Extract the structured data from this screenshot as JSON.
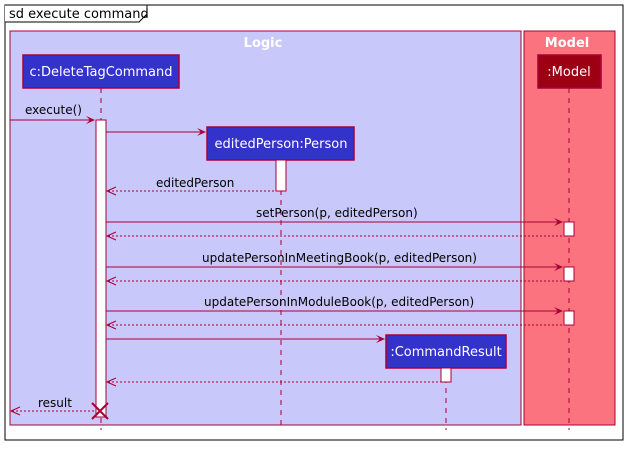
{
  "frame": {
    "label": "sd execute command"
  },
  "boxes": {
    "logic": {
      "title": "Logic",
      "fill": "#C8C8FA",
      "stroke": "#A80036"
    },
    "model": {
      "title": "Model",
      "fill": "#FA737F",
      "stroke": "#A80036"
    }
  },
  "participants": {
    "delete_tag_command": {
      "label": "c:DeleteTagCommand",
      "fill": "#3333CC"
    },
    "edited_person": {
      "label": "editedPerson:Person",
      "fill": "#3333CC"
    },
    "command_result": {
      "label": ":CommandResult",
      "fill": "#3333CC"
    },
    "model": {
      "label": ":Model",
      "fill": "#9D0012"
    }
  },
  "messages": {
    "execute": "execute()",
    "edited_person_return": "editedPerson",
    "set_person": "setPerson(p, editedPerson)",
    "update_meeting_book": "updatePersonInMeetingBook(p, editedPerson)",
    "update_module_book": "updatePersonInModuleBook(p, editedPerson)",
    "result": "result"
  },
  "colors": {
    "arrow": "#A80036",
    "lifeline": "#A80036",
    "text_on_participant": "#FFFFFF",
    "title_text": "#FFFFFF"
  }
}
